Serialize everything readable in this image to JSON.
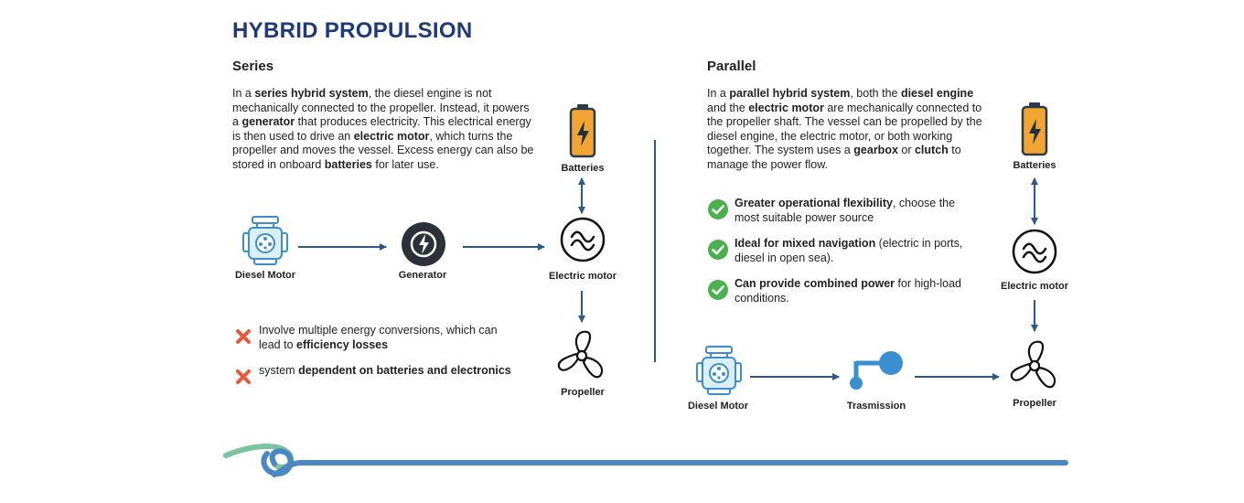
{
  "title": "HYBRID PROPULSION",
  "series": {
    "heading": "Series",
    "para": [
      {
        "t": "In a ",
        "b": false
      },
      {
        "t": "series hybrid system",
        "b": true
      },
      {
        "t": ", the diesel engine is not mechanically connected to the propeller. Instead, it powers a ",
        "b": false
      },
      {
        "t": "generator",
        "b": true
      },
      {
        "t": " that produces electricity. This electrical energy is then used to drive an ",
        "b": false
      },
      {
        "t": "electric motor",
        "b": true
      },
      {
        "t": ", which turns the propeller and moves the vessel. Excess energy can also be stored in onboard ",
        "b": false
      },
      {
        "t": "batteries",
        "b": true
      },
      {
        "t": " for later use.",
        "b": false
      }
    ],
    "labels": {
      "diesel": "Diesel Motor",
      "generator": "Generator",
      "electric": "Electric motor",
      "batteries": "Batteries",
      "propeller": "Propeller"
    },
    "cons": [
      [
        {
          "t": "Involve multiple energy conversions, which can lead to ",
          "b": false
        },
        {
          "t": "efficiency losses",
          "b": true
        }
      ],
      [
        {
          "t": "system ",
          "b": false
        },
        {
          "t": "dependent on batteries and electronics",
          "b": true
        }
      ]
    ]
  },
  "parallel": {
    "heading": "Parallel",
    "para": [
      {
        "t": "In a ",
        "b": false
      },
      {
        "t": "parallel hybrid system",
        "b": true
      },
      {
        "t": ", both the ",
        "b": false
      },
      {
        "t": "diesel engine",
        "b": true
      },
      {
        "t": " and the ",
        "b": false
      },
      {
        "t": "electric motor",
        "b": true
      },
      {
        "t": " are mechanically connected to the propeller shaft. The vessel can be propelled by the diesel engine, the electric motor, or both working together. The system uses a ",
        "b": false
      },
      {
        "t": "gearbox",
        "b": true
      },
      {
        "t": " or ",
        "b": false
      },
      {
        "t": "clutch",
        "b": true
      },
      {
        "t": " to manage the power flow.",
        "b": false
      }
    ],
    "labels": {
      "batteries": "Batteries",
      "electric": "Electric motor",
      "diesel": "Diesel Motor",
      "transmission": "Trasmission",
      "propeller": "Propeller"
    },
    "pros": [
      [
        {
          "t": "Greater operational flexibility",
          "b": true
        },
        {
          "t": ", choose the most suitable power source",
          "b": false
        }
      ],
      [
        {
          "t": "Ideal for mixed navigation",
          "b": true
        },
        {
          "t": " (electric in ports, diesel in open sea).",
          "b": false
        }
      ],
      [
        {
          "t": "Can provide combined power",
          "b": true
        },
        {
          "t": " for high-load conditions.",
          "b": false
        }
      ]
    ]
  },
  "colors": {
    "title": "#1f3a7a",
    "arrow": "#2b5a8a",
    "check": "#4caf50",
    "cross": "#e8583a",
    "battery": "#f2a533",
    "icon_blue": "#3a8fd0",
    "wave_green": "#7cc4a0",
    "wave_blue": "#4a88c4"
  }
}
